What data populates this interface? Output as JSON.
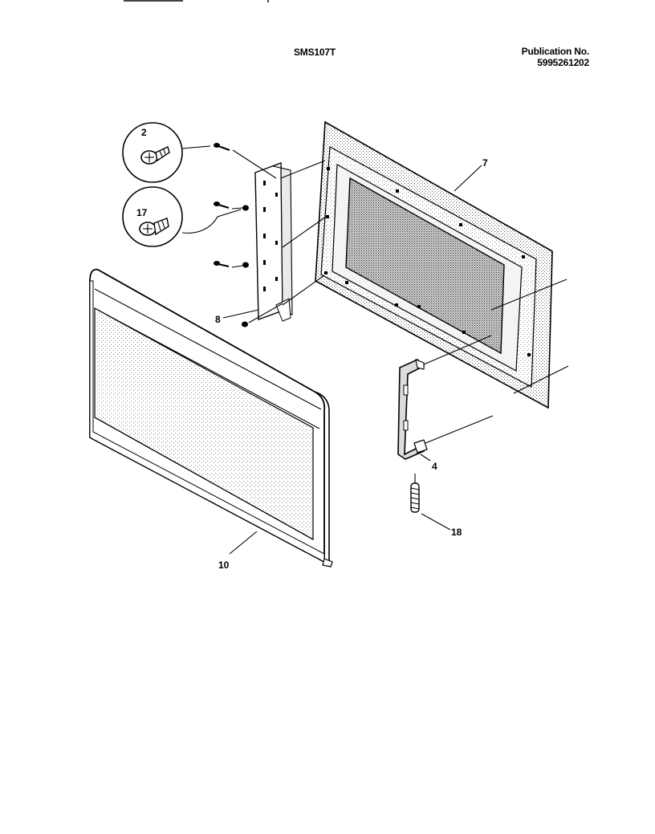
{
  "header": {
    "model": "SMS107T",
    "publication_label": "Publication No.",
    "publication_number": "5995261202"
  },
  "callouts": [
    {
      "id": "c2",
      "label": "2"
    },
    {
      "id": "c17",
      "label": "17"
    },
    {
      "id": "c7",
      "label": "7"
    },
    {
      "id": "c8",
      "label": "8"
    },
    {
      "id": "c4",
      "label": "4"
    },
    {
      "id": "c18",
      "label": "18"
    },
    {
      "id": "c10",
      "label": "10"
    }
  ]
}
